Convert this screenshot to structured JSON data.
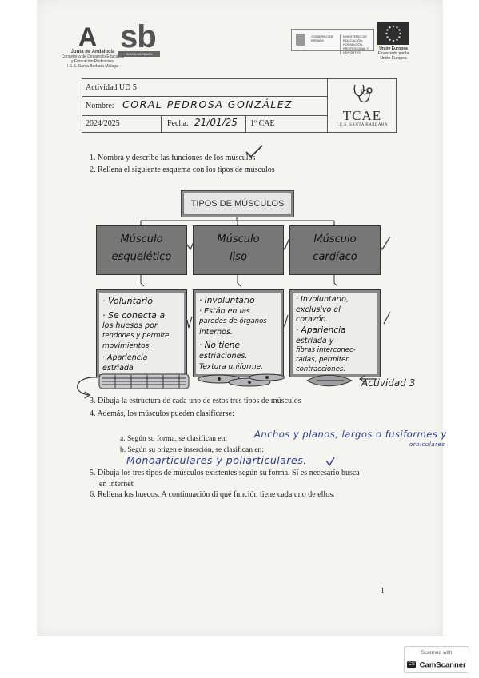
{
  "logos": {
    "junta_letter": "A",
    "junta_name": "Junta de Andalucía",
    "junta_sub": "Consejería de Desarrollo Educativo y Formación Profesional",
    "junta_sub2": "I.E.S. Santa Bárbara Málaga",
    "sb": "sb",
    "sb_bar": "SANTA BÁRBARA",
    "gov_left": "GOBIERNO DE ESPAÑA",
    "gov_right": "MINISTERIO DE EDUCACIÓN, FORMACIÓN PROFESIONAL Y DEPORTES",
    "eu_name": "Unión Europea",
    "eu_sub": "Financiado por la Unión Europea"
  },
  "header": {
    "activity_label": "Actividad UD 5",
    "name_label": "Nombre:",
    "name_value": "CORAL PEDROSA GONZÁLEZ",
    "year": "2024/2025",
    "date_label": "Fecha:",
    "date_value": "21/01/25",
    "course": "1º CAE",
    "tcae": "TCAE",
    "school": "I.E.S. SANTA BÁRBARA"
  },
  "questions": {
    "q1": "1.  Nombra y describe las funciones de los músculos",
    "q2": "2.  Rellena el siguiente esquema con los tipos de músculos",
    "q3": "3.  Dibuja la estructura de cada uno de estos tres tipos de músculos",
    "q4": "4.  Además, los músculos pueden clasificarse:",
    "q4a": "a.   Según su forma, se clasifican en:",
    "q4a_answer": "Anchos y planos, largos o fusiformes y",
    "q4a_extra": "orbiculares",
    "q4b": "b.   Según su origen e inserción, se clasifican en:",
    "q4b_answer": "Monoarticulares y poliarticulares.",
    "q5a": "5.  Dibuja los tres tipos de músculos existentes según su forma. Si es necesario busca",
    "q5b": "en internet",
    "q6": "6.  Rellena los huecos. A continuación di qué función tiene cada uno de ellos.",
    "page_number": "1"
  },
  "diagram": {
    "title": "TIPOS DE MÚSCULOS",
    "types": [
      {
        "line1": "Músculo",
        "line2": "esquelético"
      },
      {
        "line1": "Músculo",
        "line2": "liso"
      },
      {
        "line1": "Músculo",
        "line2": "cardíaco"
      }
    ],
    "desc1": [
      "· Voluntario",
      "· Se conecta a",
      "los huesos por",
      "tendones y permite",
      "movimientos.",
      "· Apariencia",
      "estriada"
    ],
    "desc2": [
      "· Involuntario",
      "· Están en las",
      "paredes de órganos",
      "internos.",
      "· No tiene",
      "estriaciones.",
      "Textura uniforme."
    ],
    "desc3": [
      "· Involuntario,",
      "exclusivo el",
      "corazón.",
      "· Apariencia",
      "estriada y",
      "fibras interconec-",
      "tadas, permiten",
      "contracciones."
    ],
    "note": "Actividad 3"
  },
  "scanner": {
    "line1": "Scanned with",
    "line2": "CamScanner"
  },
  "colors": {
    "ink_blue": "#2b3a8f",
    "paper": "#f4f4f1",
    "box_dark": "#777777"
  }
}
